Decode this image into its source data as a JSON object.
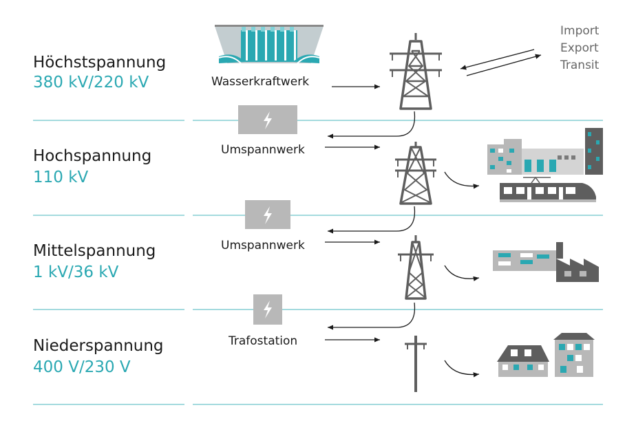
{
  "levels": [
    {
      "name": "Höchstspannung",
      "voltage": "380 kV/220 kV"
    },
    {
      "name": "Hochspannung",
      "voltage": "110 kV"
    },
    {
      "name": "Mittelspannung",
      "voltage": "1 kV/36 kV"
    },
    {
      "name": "Niederspannung",
      "voltage": "400 V/230 V"
    }
  ],
  "stations": {
    "plant": "Wasserkraftwerk",
    "substation_1": "Umspannwerk",
    "substation_2": "Umspannwerk",
    "transformer": "Trafostation"
  },
  "trade": [
    "Import",
    "Export",
    "Transit"
  ],
  "colors": {
    "teal": "#2aa8b2",
    "dark_gray": "#5e5e5e",
    "light_gray": "#b8b8b8",
    "line_teal": "#6cc3c9"
  },
  "icons": [
    "hydro-plant-icon",
    "lightning-icon",
    "pylon-icon",
    "utility-pole-icon",
    "city-icon",
    "train-icon",
    "factory-icon",
    "houses-icon"
  ]
}
